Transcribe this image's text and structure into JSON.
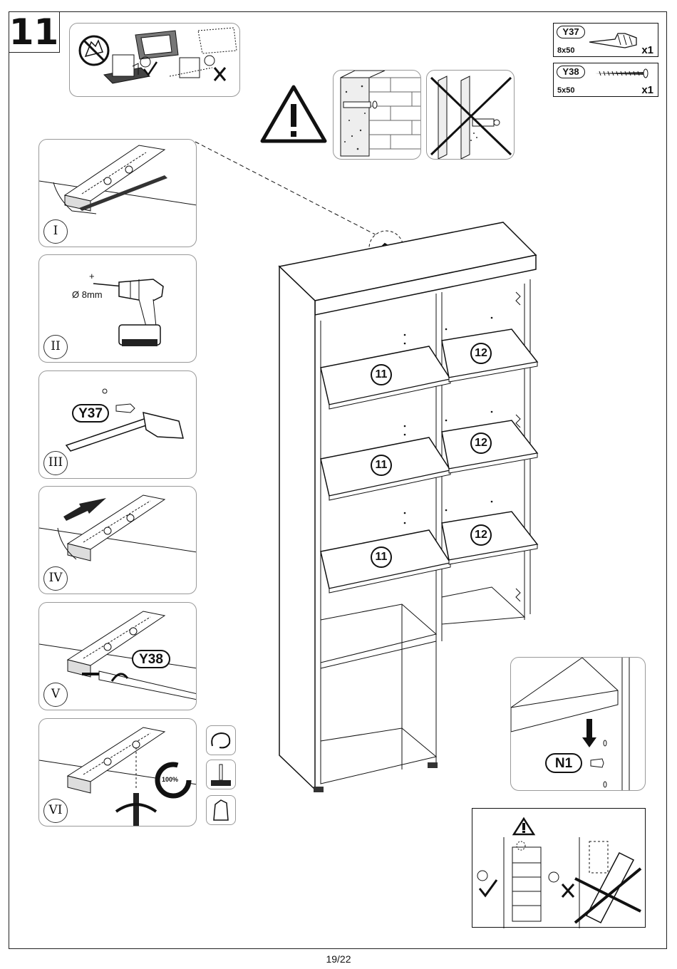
{
  "page": {
    "step_number": "11",
    "page_number": "19/22"
  },
  "parts": [
    {
      "code": "Y37",
      "size": "8x50",
      "qty": "x1",
      "icon": "wall-plug-icon"
    },
    {
      "code": "Y38",
      "size": "5x50",
      "qty": "x1",
      "icon": "screw-icon"
    }
  ],
  "substeps": [
    {
      "numeral": "I"
    },
    {
      "numeral": "II",
      "drill_size": "Ø 8mm",
      "plus": "+"
    },
    {
      "numeral": "III",
      "part_label": "Y37"
    },
    {
      "numeral": "IV"
    },
    {
      "numeral": "V",
      "part_label": "Y38"
    },
    {
      "numeral": "VI",
      "torque": "100%"
    }
  ],
  "shelves": {
    "left": [
      "11",
      "11",
      "11"
    ],
    "right": [
      "12",
      "12",
      "12"
    ]
  },
  "detail": {
    "part_label": "N1"
  },
  "colors": {
    "line": "#111111",
    "panel_border": "#999999",
    "shelf_fill": "#ffffff"
  }
}
